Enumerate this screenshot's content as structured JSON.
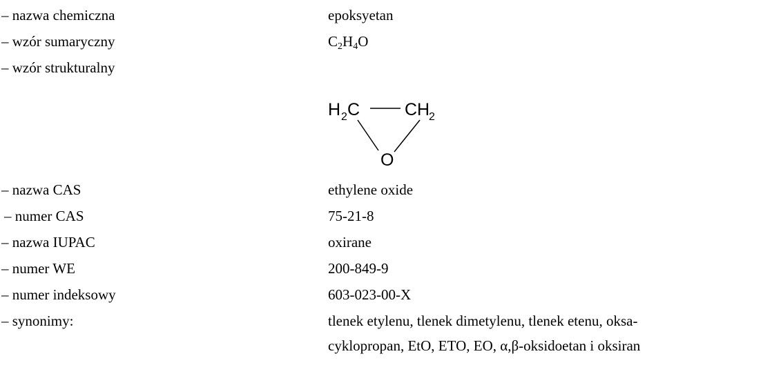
{
  "rows": [
    {
      "label": "– nazwa chemiczna",
      "value": "epoksyetan"
    },
    {
      "label": "– wzór sumaryczny",
      "formula": {
        "c": "C",
        "c_n": "2",
        "h": "H",
        "h_n": "4",
        "o": "O"
      }
    },
    {
      "label": "– wzór strukturalny"
    },
    {
      "label": "– nazwa CAS",
      "value": "ethylene oxide"
    },
    {
      "label": "– numer CAS",
      "value": "75-21-8"
    },
    {
      "label": "– nazwa IUPAC",
      "value": "oxirane"
    },
    {
      "label": "– numer WE",
      "value": "200-849-9"
    },
    {
      "label": "– numer indeksowy",
      "value": "603-023-00-X"
    },
    {
      "label": "– synonimy:",
      "value_line1": "tlenek etylenu, tlenek dimetylenu, tlenek etenu, oksa-",
      "value_line2": "cyklopropan, EtO, ETO, EO, α,β-oksidoetan i oksiran"
    }
  ],
  "structure": {
    "left_group": "H",
    "left_sub": "2",
    "left_atom": "C",
    "right_group": "CH",
    "right_sub": "2",
    "oxygen": "O"
  }
}
